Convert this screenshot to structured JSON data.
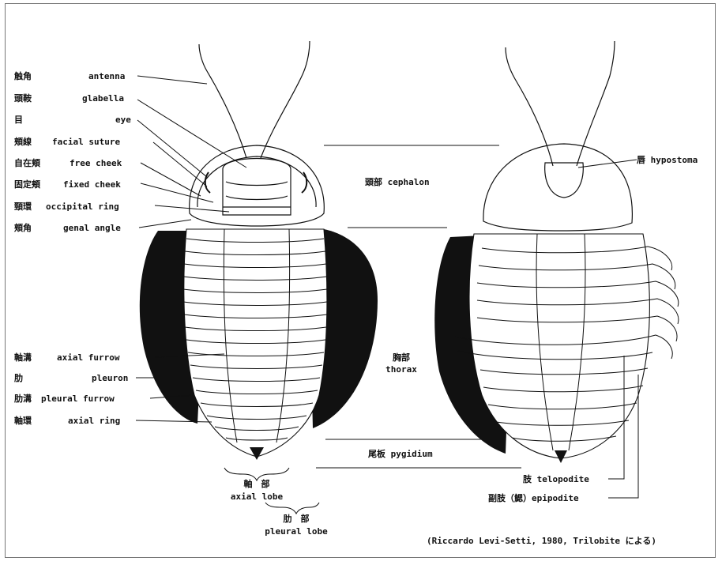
{
  "labels_left": [
    {
      "jp": "触角",
      "en": "antenna"
    },
    {
      "jp": "頭鞍",
      "en": "glabella"
    },
    {
      "jp": "目",
      "en": "eye"
    },
    {
      "jp": "頬線",
      "en": "facial suture"
    },
    {
      "jp": "自在頬",
      "en": "free cheek"
    },
    {
      "jp": "固定頬",
      "en": "fixed cheek"
    },
    {
      "jp": "頸環",
      "en": "occipital ring"
    },
    {
      "jp": "頬角",
      "en": "genal angle"
    }
  ],
  "labels_left_lower": [
    {
      "jp": "軸溝",
      "en": "axial furrow"
    },
    {
      "jp": "肋",
      "en": "pleuron"
    },
    {
      "jp": "肋溝",
      "en": "pleural furrow"
    },
    {
      "jp": "軸環",
      "en": "axial ring"
    }
  ],
  "center_labels": {
    "cephalon": "頭部 cephalon",
    "thorax_jp": "胸部",
    "thorax_en": "thorax",
    "pygidium": "尾板 pygidium"
  },
  "bottom_labels": {
    "axial_jp": "軸　部",
    "axial_en": "axial lobe",
    "pleural_jp": "肋　部",
    "pleural_en": "pleural lobe"
  },
  "right_labels": {
    "hypostoma": "唇 hypostoma",
    "telopodite": "肢 telopodite",
    "epipodite": "副肢（鰓）epipodite"
  },
  "citation": "(Riccardo Levi-Setti, 1980, Trilobite による)"
}
